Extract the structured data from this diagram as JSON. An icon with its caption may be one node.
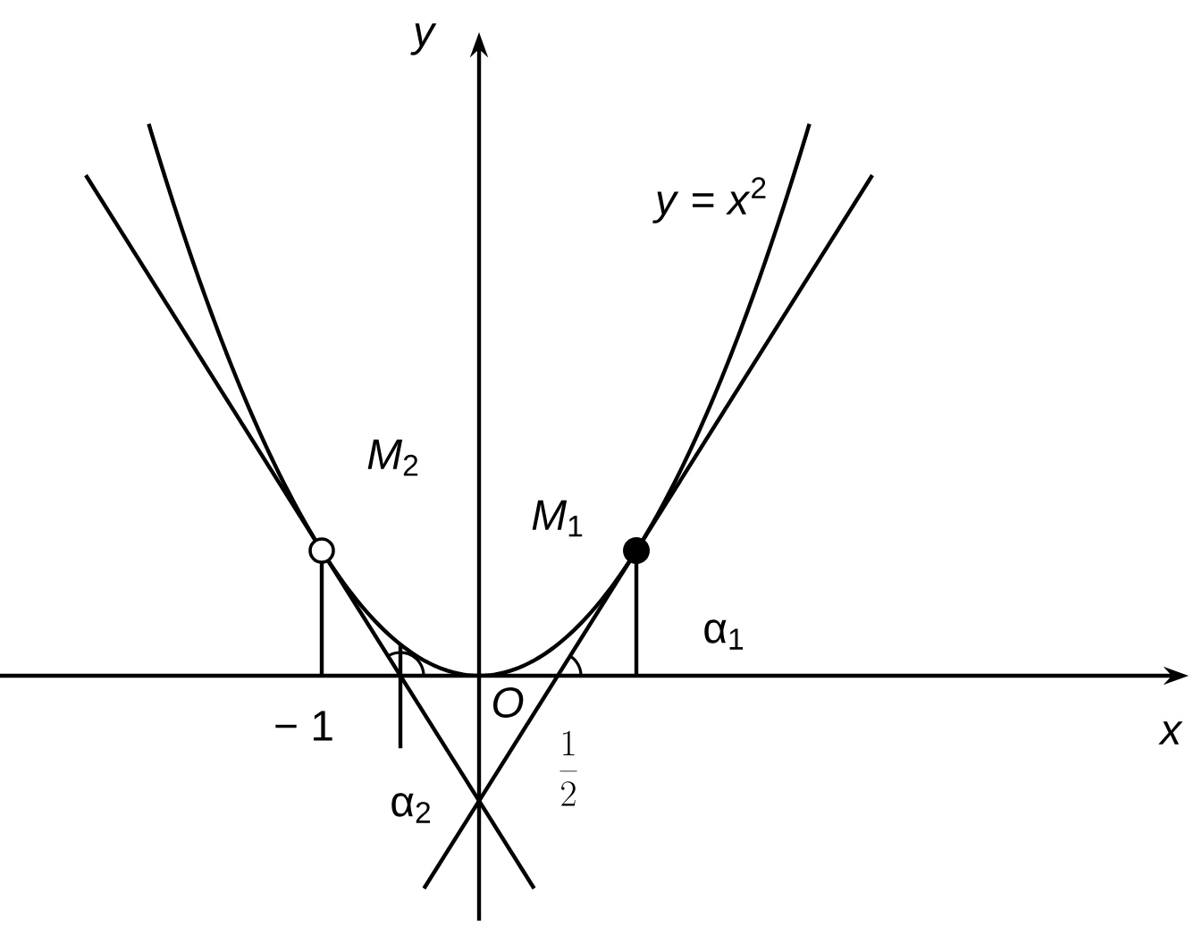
{
  "diagram": {
    "labels": [
      "y",
      "*y* = *x*$^{2}$",
      "*M*$_{2}$",
      "*M*$_{1}$",
      "α$_{1}$",
      "− 1",
      "O",
      "\\frac{1}{2}",
      "x",
      "α$_{2}$"
    ]
  }
}
